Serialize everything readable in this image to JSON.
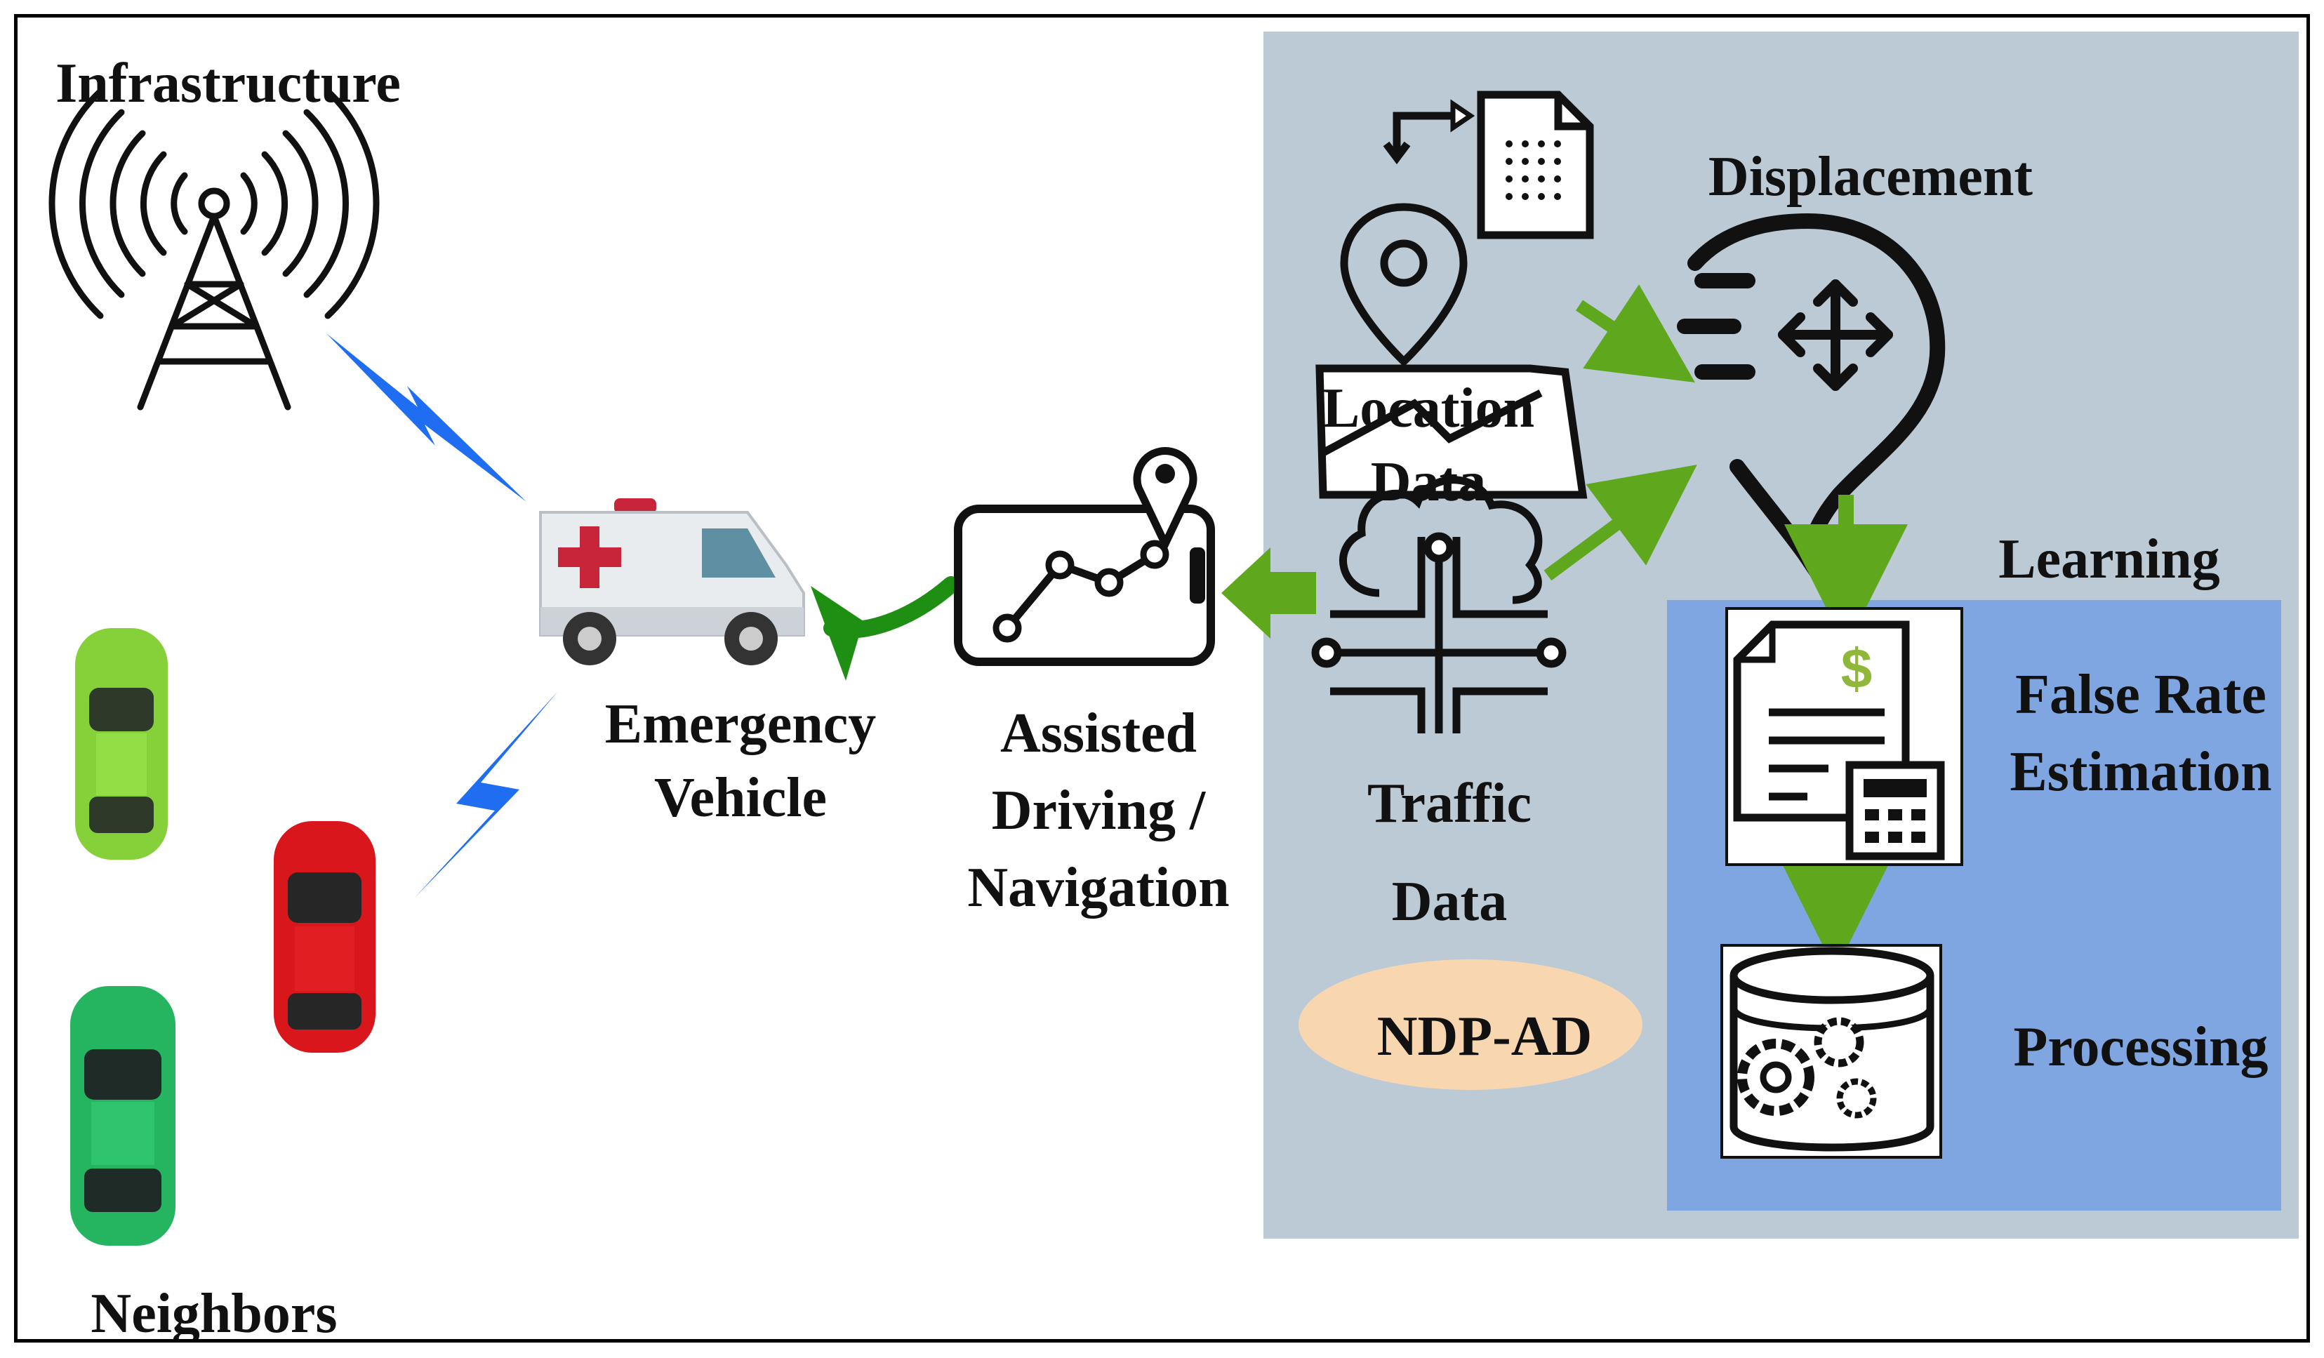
{
  "labels": {
    "infrastructure": "Infrastructure",
    "neighbors": "Neighbors",
    "emergency_vehicle": "Emergency\nVehicle",
    "assisted_driving": "Assisted\nDriving /\nNavigation",
    "location_data": "Location\nData",
    "traffic_data": "Traffic\nData",
    "displacement": "Displacement",
    "learning": "Learning",
    "false_rate": "False Rate\nEstimation",
    "processing": "Processing",
    "ndp_ad": "NDP-AD"
  },
  "colors": {
    "panel_gray": "#bccad6",
    "panel_blue": "#7fa6e0",
    "arrow_green": "#5fa81e",
    "dark_green_arrow": "#1f8f14",
    "lightning_blue": "#1f6df0",
    "ndp_ellipse": "#f8d6b0",
    "car_lime": "#86d03a",
    "car_red": "#d8161b",
    "car_green": "#25b561"
  },
  "icons": [
    "antenna-tower-icon",
    "lightning-bolt-icon",
    "ambulance-icon",
    "car-icon",
    "tablet-route-icon",
    "map-pin-icon",
    "document-icon",
    "cloud-circuit-icon",
    "displacement-pin-icon",
    "invoice-calculator-icon",
    "database-gears-icon"
  ]
}
